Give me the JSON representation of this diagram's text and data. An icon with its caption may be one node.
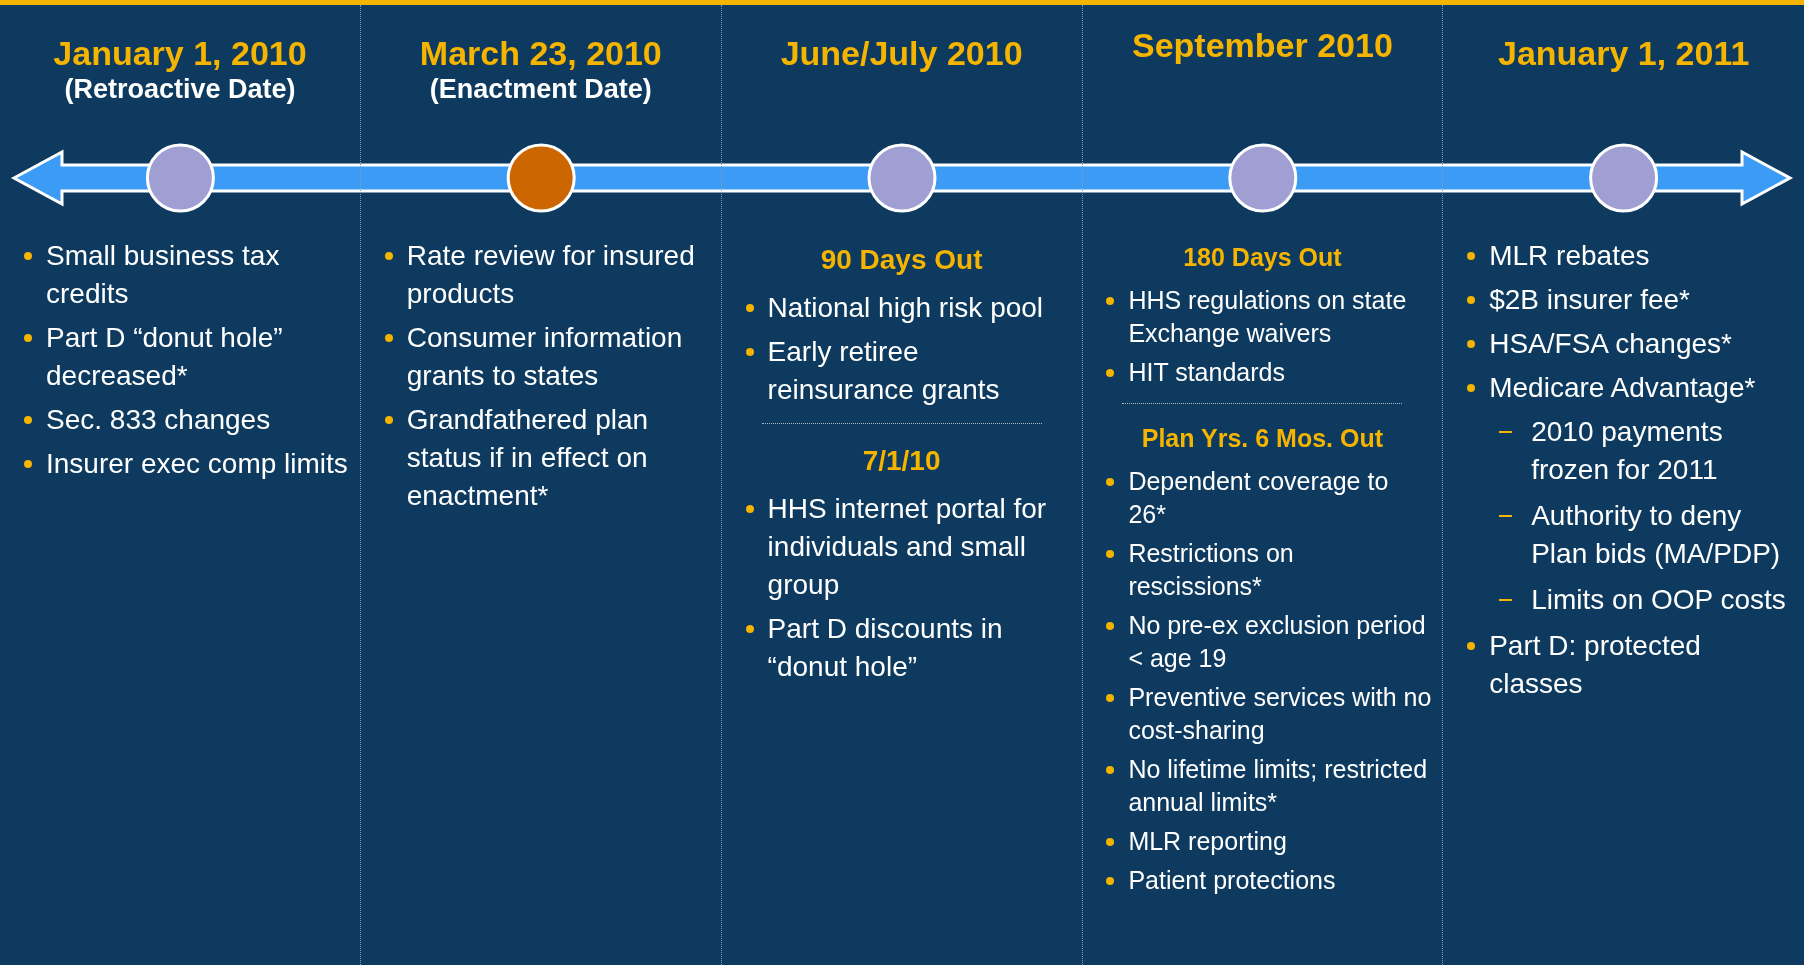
{
  "diagram": {
    "nodes": [
      {
        "text": [
          "January 1, 2010",
          "(Retroactive Date)",
          "Small business tax credits",
          "Part D “donut hole” decreased*",
          "Sec. 833 changes",
          "Insurer exec comp limits"
        ]
      },
      {
        "text": [
          "March 23, 2010",
          "(Enactment Date)",
          "Rate review for insured products",
          "Consumer information grants to states",
          "Grandfathered plan status if in effect on enactment*"
        ]
      },
      {
        "text": [
          "June/July 2010",
          "90 Days Out",
          "National high risk pool",
          "Early retiree reinsurance grants",
          "7/1/10",
          "HHS internet portal for individuals and small group",
          "Part D discounts in “donut hole”"
        ]
      },
      {
        "text": [
          "September 2010",
          "180 Days Out",
          "HHS regulations on state Exchange waivers",
          "HIT standards",
          "Plan Yrs. 6 Mos. Out",
          "Dependent coverage to 26*",
          "Restrictions on rescissions*",
          "No pre-ex exclusion period < age 19",
          "Preventive services with no cost-sharing",
          "No lifetime limits; restricted annual limits*",
          "MLR reporting",
          "Patient protections"
        ]
      },
      {
        "text": [
          "January 1, 2011",
          "MLR rebates",
          "$2B insurer fee*",
          "HSA/FSA changes*",
          "Medicare Advantage*",
          "2010 payments frozen for 2011",
          "Authority to deny Plan bids (MA/PDP)",
          "Limits on OOP costs",
          "Part D: protected classes"
        ]
      }
    ]
  }
}
